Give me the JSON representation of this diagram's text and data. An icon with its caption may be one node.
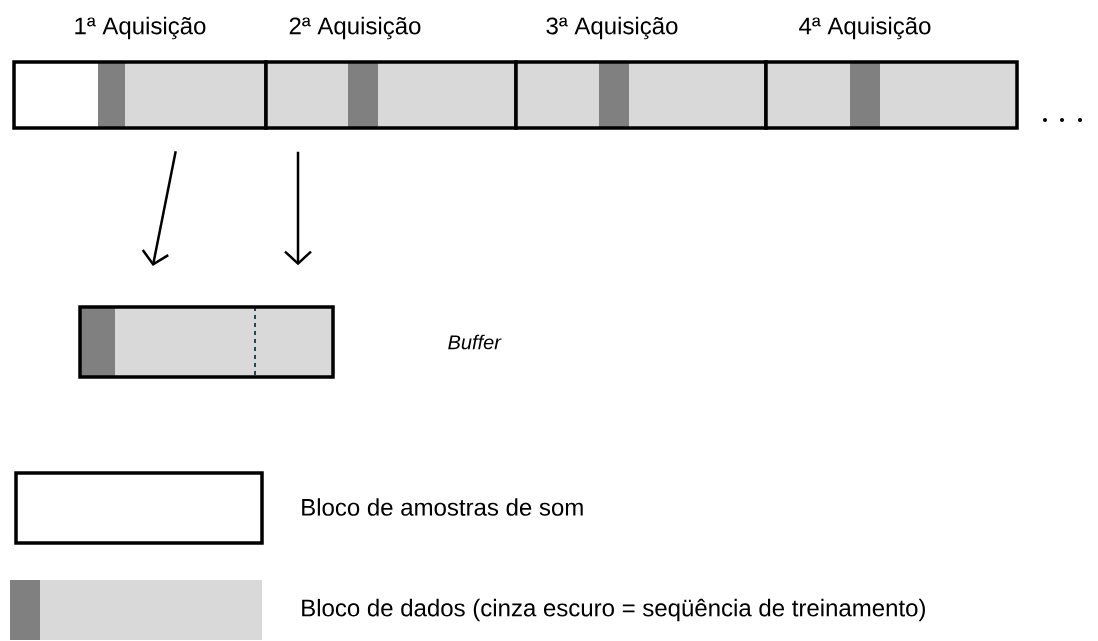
{
  "diagram": {
    "nodes": [
      {
        "text": [
          "1ª Aquisição"
        ]
      },
      {
        "text": [
          "2ª Aquisição"
        ]
      },
      {
        "text": [
          "3ª Aquisição"
        ]
      },
      {
        "text": [
          "4ª Aquisição"
        ]
      },
      {
        "text": [],
        "shape": "box"
      }
    ],
    "labels": [
      "Buffer"
    ],
    "edges": [
      {
        "from": 0,
        "to": 4,
        "arrow": "to"
      },
      {
        "from": 1,
        "to": 4,
        "arrow": "to"
      }
    ],
    "legend": [
      {
        "text": "Bloco de amostras de som"
      },
      {
        "text": "Bloco de dados  (cinza escuro = seqüência de treinamento)"
      }
    ]
  }
}
